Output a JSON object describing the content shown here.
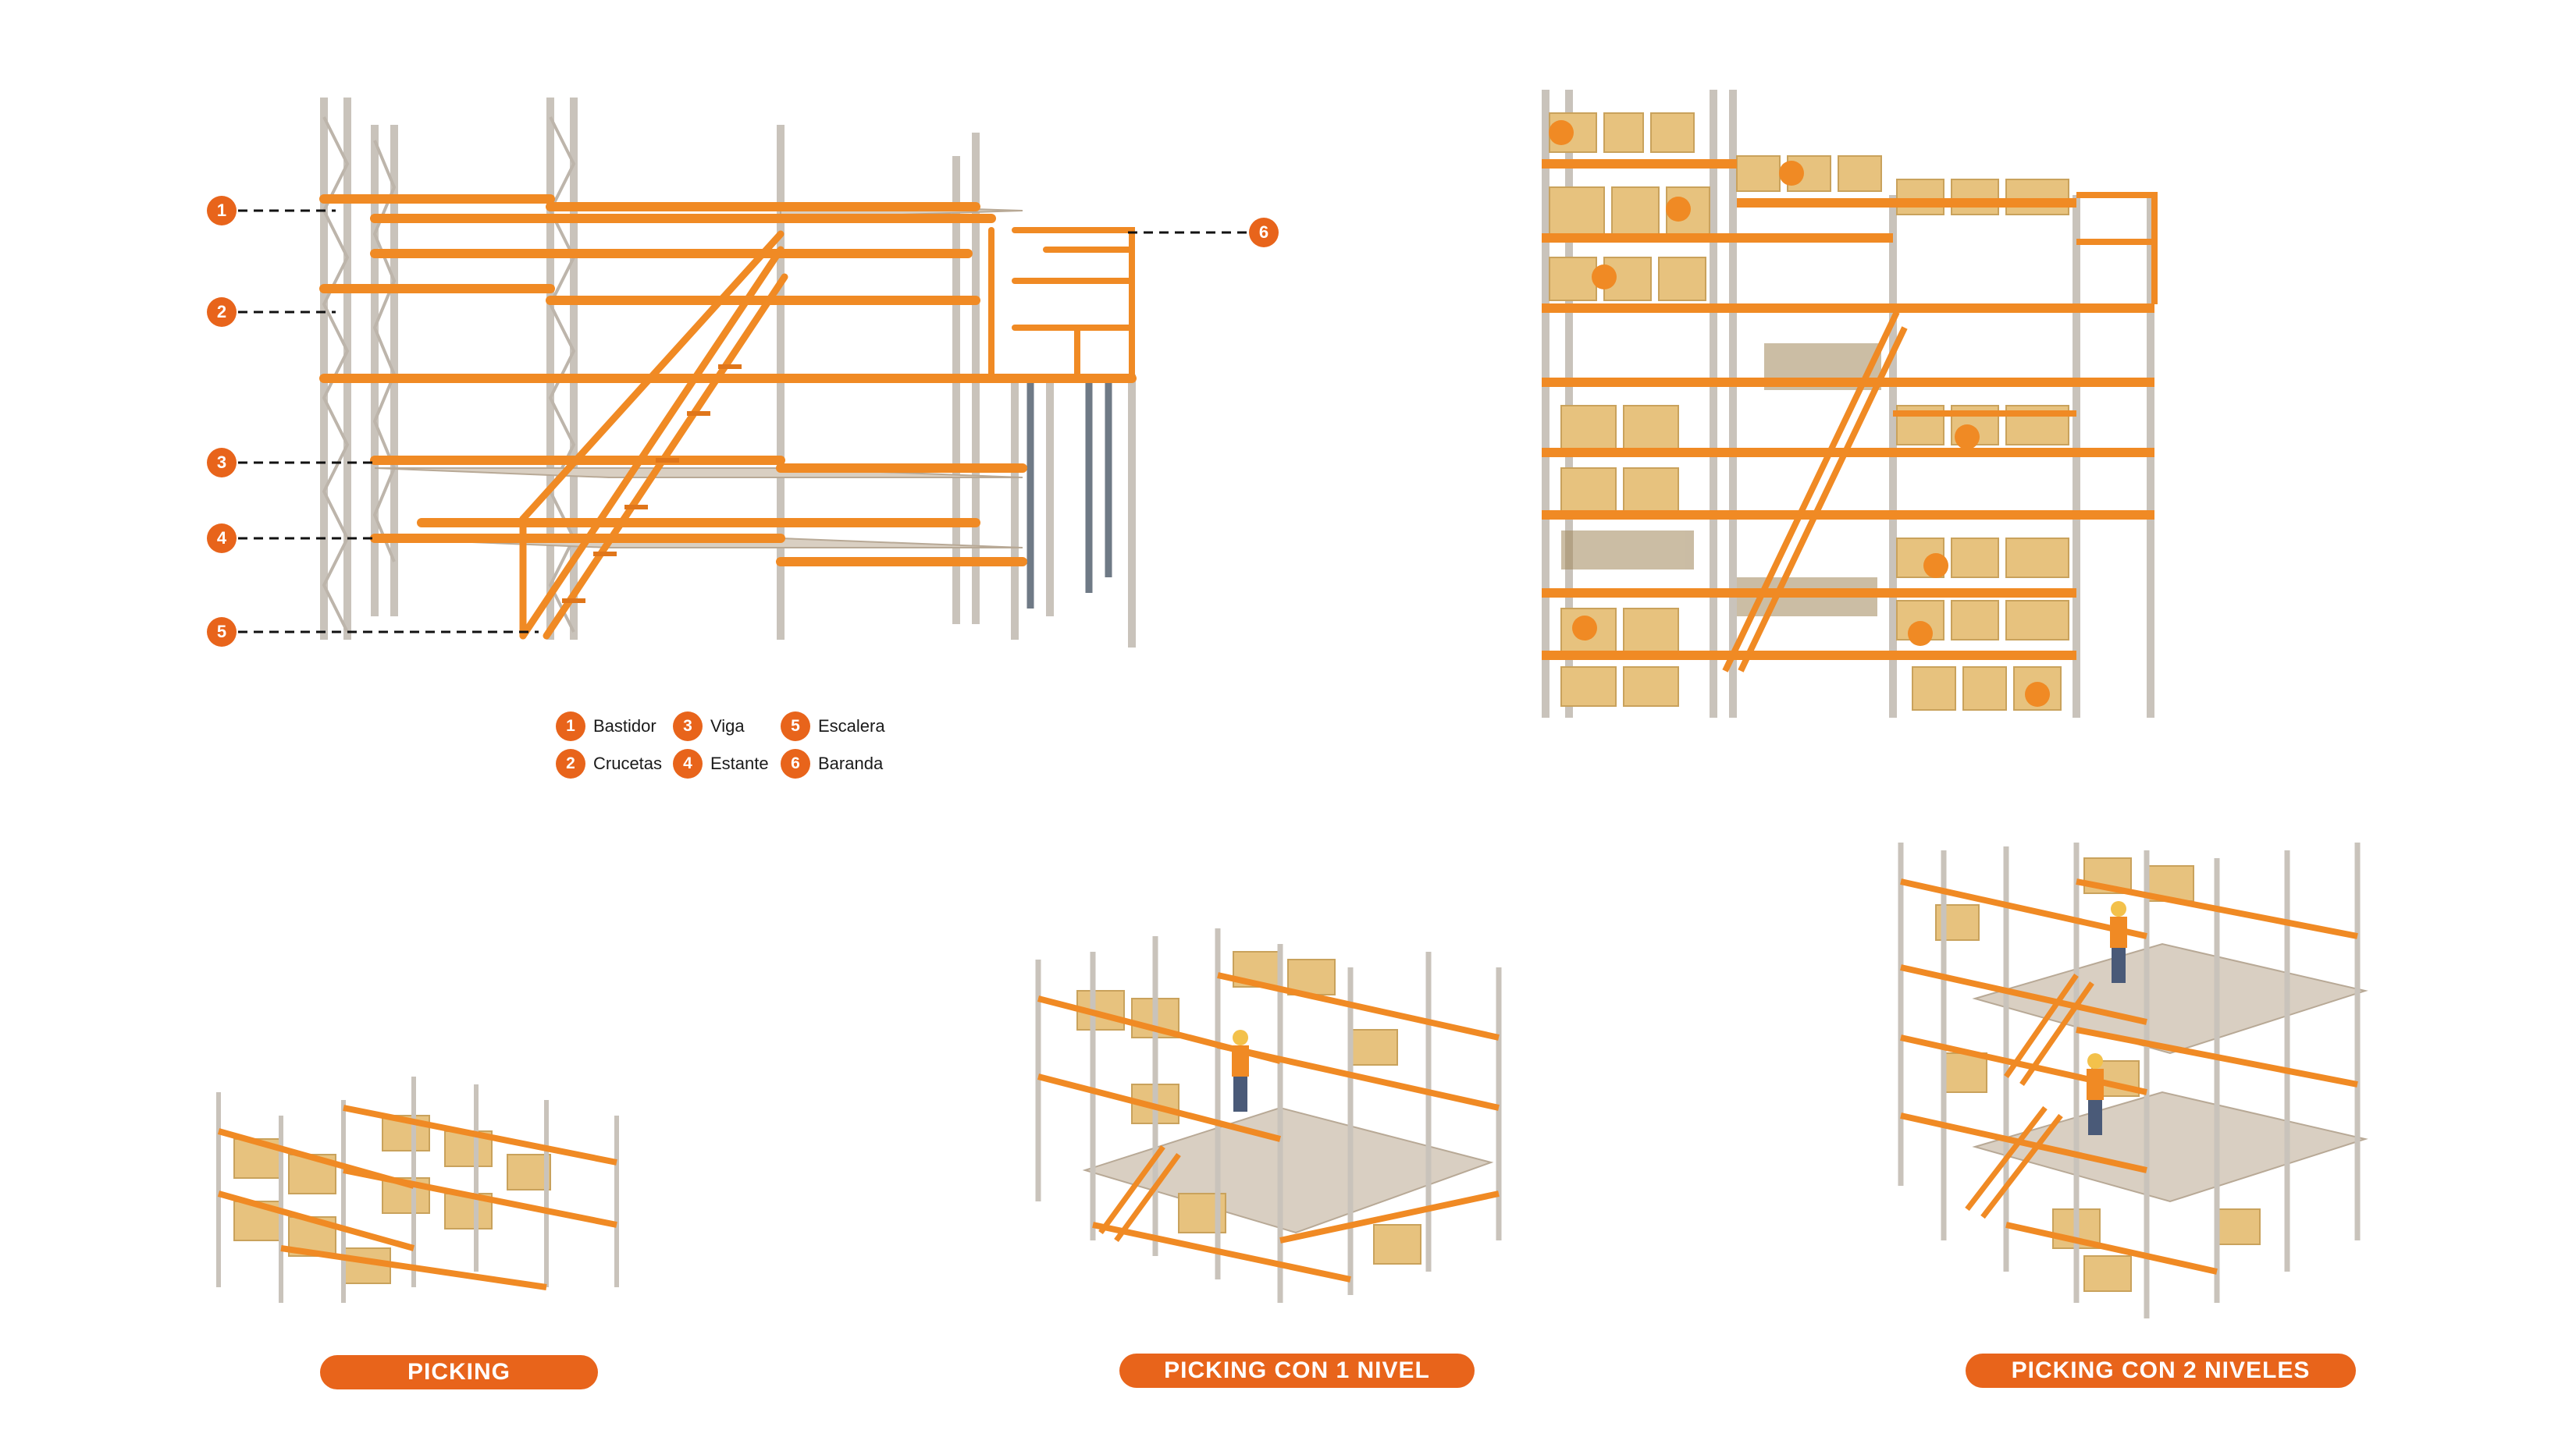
{
  "diagram": {
    "callouts": [
      "1",
      "2",
      "3",
      "4",
      "5",
      "6"
    ],
    "legend": [
      {
        "num": "1",
        "label": "Bastidor"
      },
      {
        "num": "2",
        "label": "Crucetas"
      },
      {
        "num": "3",
        "label": "Viga"
      },
      {
        "num": "4",
        "label": "Estante"
      },
      {
        "num": "5",
        "label": "Escalera"
      },
      {
        "num": "6",
        "label": "Baranda"
      }
    ]
  },
  "variants": [
    {
      "label": "PICKING"
    },
    {
      "label": "PICKING CON 1 NIVEL"
    },
    {
      "label": "PICKING CON 2 NIVELES"
    }
  ],
  "colors": {
    "accent": "#e8641b",
    "beam": "#f08a24",
    "frame": "#c9c3bb",
    "box": "#e7c27e",
    "deck": "#d9cfc2"
  },
  "icons": {
    "brand": "m-logo-icon"
  }
}
